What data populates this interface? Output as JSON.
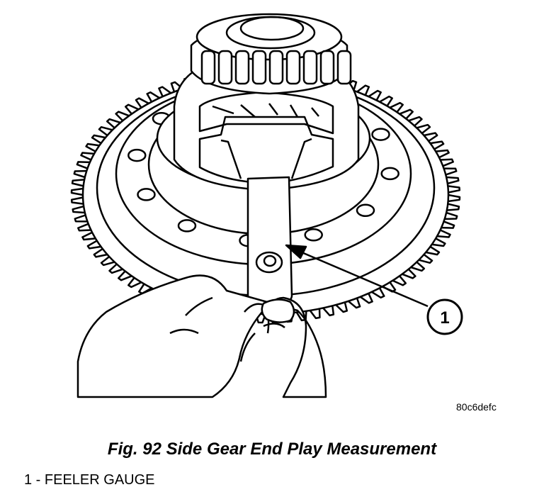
{
  "figure": {
    "code": "80c6defc",
    "caption": "Fig. 92 Side Gear End Play Measurement",
    "callouts": [
      {
        "number": "1",
        "label": "FEELER GAUGE"
      }
    ],
    "legend_text": "1 - FEELER GAUGE"
  }
}
